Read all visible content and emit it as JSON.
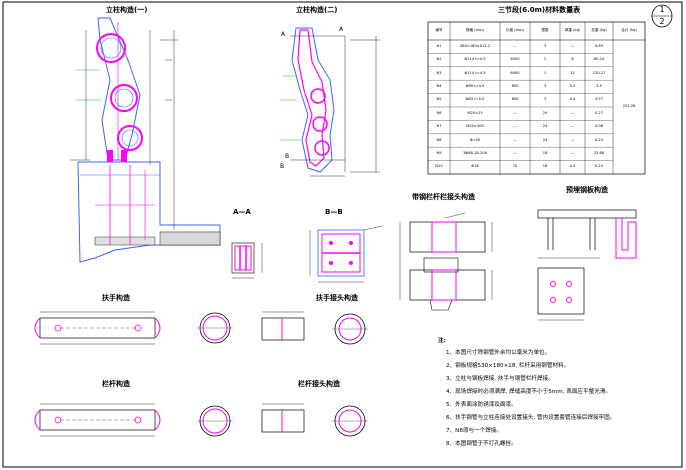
{
  "sheet": {
    "number": "1",
    "total": "2"
  },
  "views": {
    "column_1": "立柱构造(一)",
    "column_2": "立柱构造(二)",
    "section_aa": "A—A",
    "section_bb": "B—B",
    "rail_joint": "带钢栏杆栏接头构造",
    "embed_plate": "预埋钢板构造",
    "handrail": "扶手构造",
    "handrail_joint": "扶手接头构造",
    "guardrail": "栏杆构造",
    "guardrail_joint": "栏杆接头构造"
  },
  "table": {
    "title": "三节段(6.0m)材料数量表",
    "headers": [
      "编号",
      "规格\n(mm)",
      "长度\n(mm)",
      "根数",
      "单重\n(kg)",
      "总重\n(kg)",
      "合计\n(kg)"
    ],
    "rows": [
      [
        "N1",
        "380×180×δ12.2",
        "—",
        "3",
        "—",
        "4.89"
      ],
      [
        "N2",
        "Φ114 t=4.5",
        "6000",
        "1",
        "6",
        "60.24"
      ],
      [
        "N3",
        "Φ114 t=4.5",
        "6000",
        "1",
        "12",
        "120.27"
      ],
      [
        "N4",
        "Φ89 t=4.0",
        "600",
        "3",
        "5.2",
        "3.5"
      ],
      [
        "N5",
        "Φ83 t=5.0",
        "800",
        "3",
        "4.4",
        "3.57"
      ],
      [
        "N6",
        "M20×25",
        "—",
        "24",
        "—",
        "0.27"
      ],
      [
        "N7",
        "M20×300",
        "—",
        "24",
        "—",
        "4.06"
      ],
      [
        "N8",
        "Φ=50",
        "—",
        "24",
        "—",
        "0.24"
      ],
      [
        "N9",
        "3Φ88-18-208",
        "—",
        "18",
        "—",
        "23.88"
      ],
      [
        "N10",
        "Φ18",
        "70",
        "18",
        "4.5",
        "0.24"
      ]
    ],
    "total": "223.28"
  },
  "notes": {
    "title": "注:",
    "lines": [
      "1、本图尺寸除钢管外余均以毫米为单位。",
      "2、钢板规格530×180×18, 栏杆采用钢管材料。",
      "3、立柱与钢板焊接, 扶手与钢管栏杆焊接。",
      "4、现场焊接时必须满焊, 焊缝高度不小于5mm, 表面应平整光滑。",
      "5、外表面涂防锈漆及面漆。",
      "6、扶手钢管与立柱连接处设置接头, 管内设置套管连接后焊接牢固。",
      "7、N8须与一个焊接。",
      "8、本图钢管于不打孔螺栓。"
    ]
  }
}
